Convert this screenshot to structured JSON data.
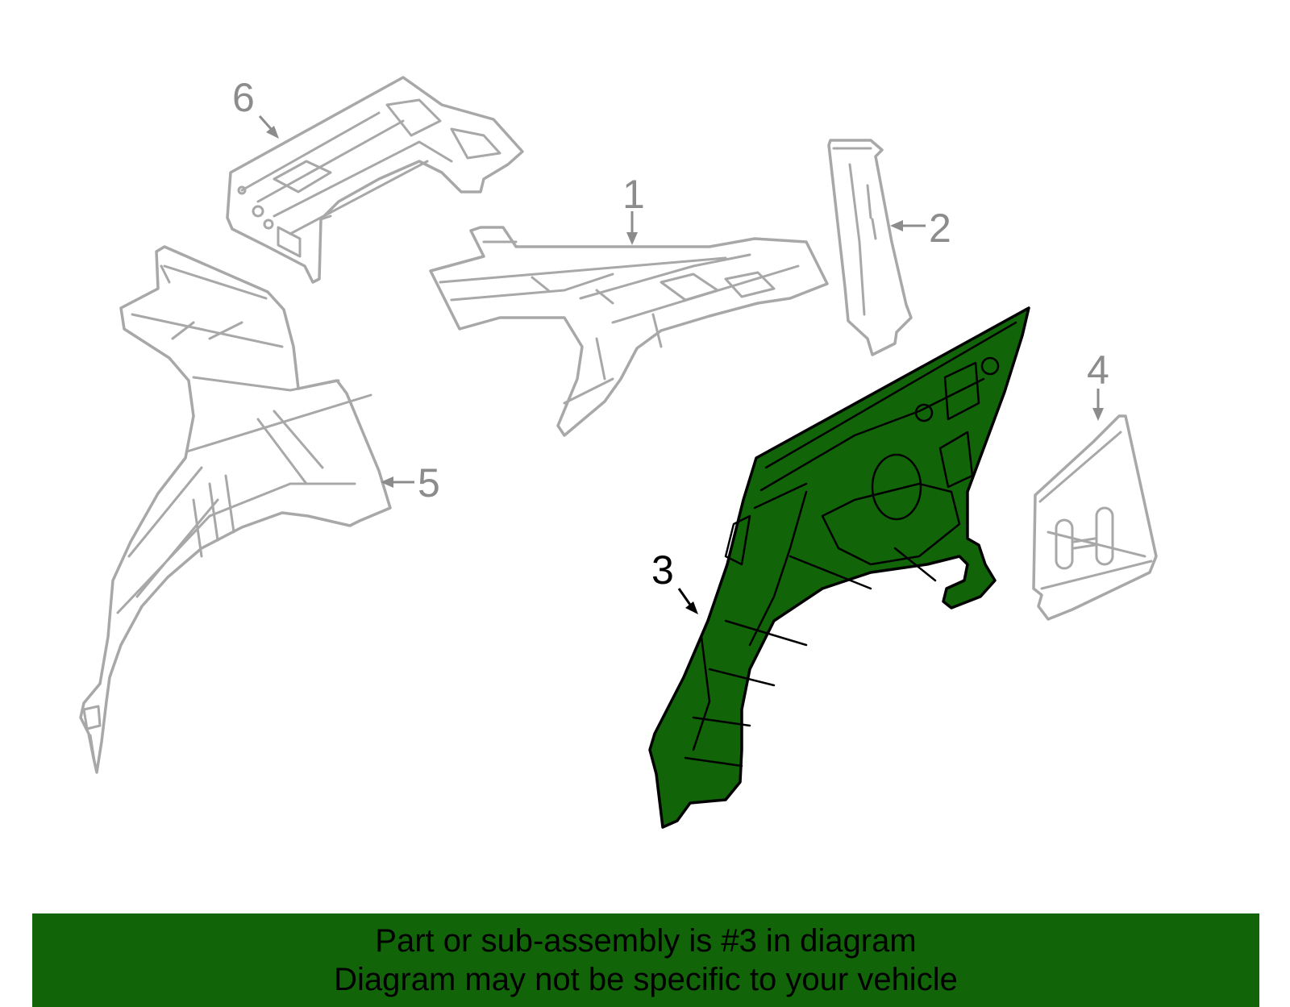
{
  "diagram": {
    "highlight_color": "#126409",
    "outline_color": "#a8a8a8",
    "callout_color": "#8c8c8c",
    "highlighted_part": "3",
    "callouts": [
      "1",
      "2",
      "3",
      "4",
      "5",
      "6"
    ]
  },
  "banner": {
    "background": "#126409",
    "line1": "Part or sub-assembly is #3 in diagram",
    "line2": "Diagram may not be specific to your vehicle"
  }
}
